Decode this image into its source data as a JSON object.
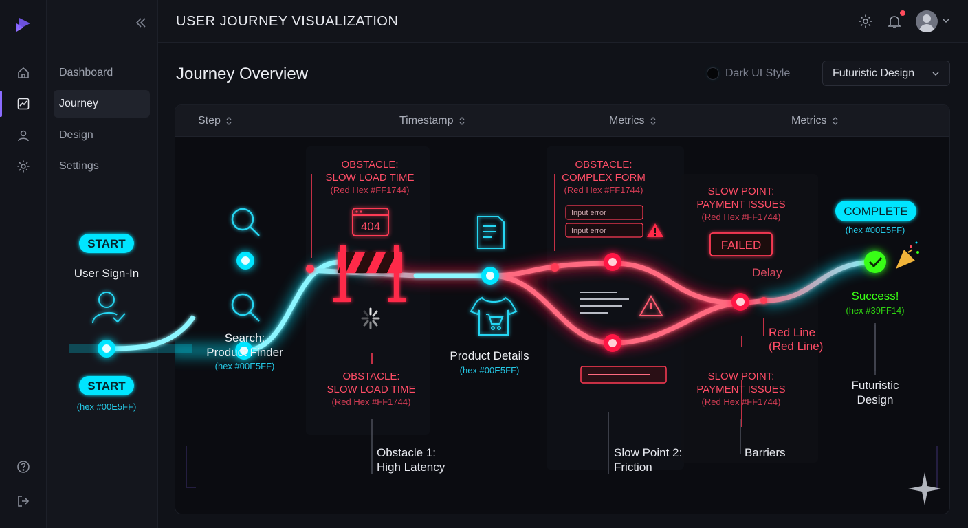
{
  "app": {
    "title": "USER JOURNEY VISUALIZATION"
  },
  "rail": {
    "icons": [
      "logo-icon",
      "home-icon",
      "chart-icon",
      "user-icon",
      "gear-icon",
      "help-icon",
      "logout-icon"
    ]
  },
  "nav": {
    "items": [
      {
        "label": "Dashboard",
        "active": false
      },
      {
        "label": "Journey",
        "active": true
      },
      {
        "label": "Design",
        "active": false
      },
      {
        "label": "Settings",
        "active": false
      }
    ]
  },
  "page": {
    "title": "Journey Overview"
  },
  "controls": {
    "toggle_label": "Dark UI Style",
    "toggle_on": false,
    "select_value": "Futuristic Design"
  },
  "table": {
    "headers": [
      "Step",
      "Timestamp",
      "Metrics",
      "Metrics"
    ]
  },
  "colors": {
    "cyan": "#00E5FF",
    "red": "#FF1744",
    "green": "#39FF14",
    "accent": "#8B6CFF"
  },
  "journey": {
    "start_top": "START",
    "start_step": "User Sign-In",
    "start_bottom": "START",
    "start_hex": "(hex #00E5FF)",
    "search_label_1": "Search:",
    "search_label_2": "Product Finder",
    "search_hex": "(hex #00E5FF)",
    "obstacle1_top": [
      "OBSTACLE:",
      "SLOW LOAD TIME",
      "(Red Hex #FF1744)"
    ],
    "error_code": "404",
    "obstacle1_bottom": [
      "OBSTACLE:",
      "SLOW LOAD TIME",
      "(Red Hex #FF1744)"
    ],
    "obstacle1_caption": [
      "Obstacle 1:",
      "High Latency"
    ],
    "product_label": "Product Details",
    "product_hex": "(hex #00E5FF)",
    "obstacle2_top": [
      "OBSTACLE:",
      "COMPLEX FORM",
      "(Red Hex #FF1744)"
    ],
    "input_errors": [
      "Input error",
      "Input error"
    ],
    "slow_caption": [
      "Slow Point 2:",
      "Friction"
    ],
    "slowpoint_top": [
      "SLOW POINT:",
      "PAYMENT ISSUES",
      "(Red Hex #FF1744)"
    ],
    "failed_label": "FAILED",
    "delay_label": "Delay",
    "red_line": [
      "Red Line",
      "(Red Line)"
    ],
    "slowpoint_bottom": [
      "SLOW POINT:",
      "PAYMENT ISSUES",
      "(Red Hex #FF1744)"
    ],
    "barriers_label": "Barriers",
    "complete_label": "COMPLETE",
    "complete_hex": "(hex #00E5FF)",
    "success_label": "Success!",
    "success_hex": "(hex #39FF14)",
    "futuristic": [
      "Futuristic",
      "Design"
    ]
  }
}
